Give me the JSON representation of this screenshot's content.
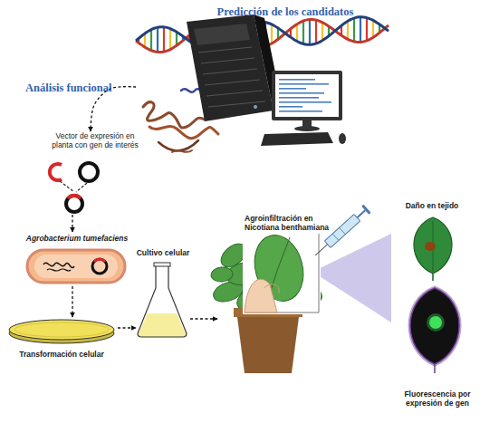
{
  "diagram": {
    "nodes": [
      {
        "text": [
          "Predicción de los candidatos"
        ]
      },
      {
        "text": [
          "Vector de expresión en planta con gen de interés"
        ]
      },
      {
        "text": [
          "Agrobacterium tumefaciens"
        ]
      },
      {
        "text": [
          "Transformación celular"
        ]
      },
      {
        "text": [
          "Cultivo celular"
        ]
      },
      {
        "text": [
          "Agroinfiltración en Nicotiana benthamiana"
        ]
      },
      {
        "text": [
          "Daño en tejido"
        ]
      },
      {
        "text": [
          "Fluorescencia por expresión de gen"
        ]
      }
    ],
    "edges": [
      {
        "from": 0,
        "to": 1,
        "arrow": "to"
      },
      {
        "from": 1,
        "to": 2,
        "arrow": "to"
      },
      {
        "from": 2,
        "to": 3,
        "arrow": "to"
      },
      {
        "from": 3,
        "to": 4,
        "arrow": "to"
      },
      {
        "from": 4,
        "to": 5,
        "arrow": "to"
      }
    ],
    "labels": [
      "Análisis funcional"
    ]
  }
}
